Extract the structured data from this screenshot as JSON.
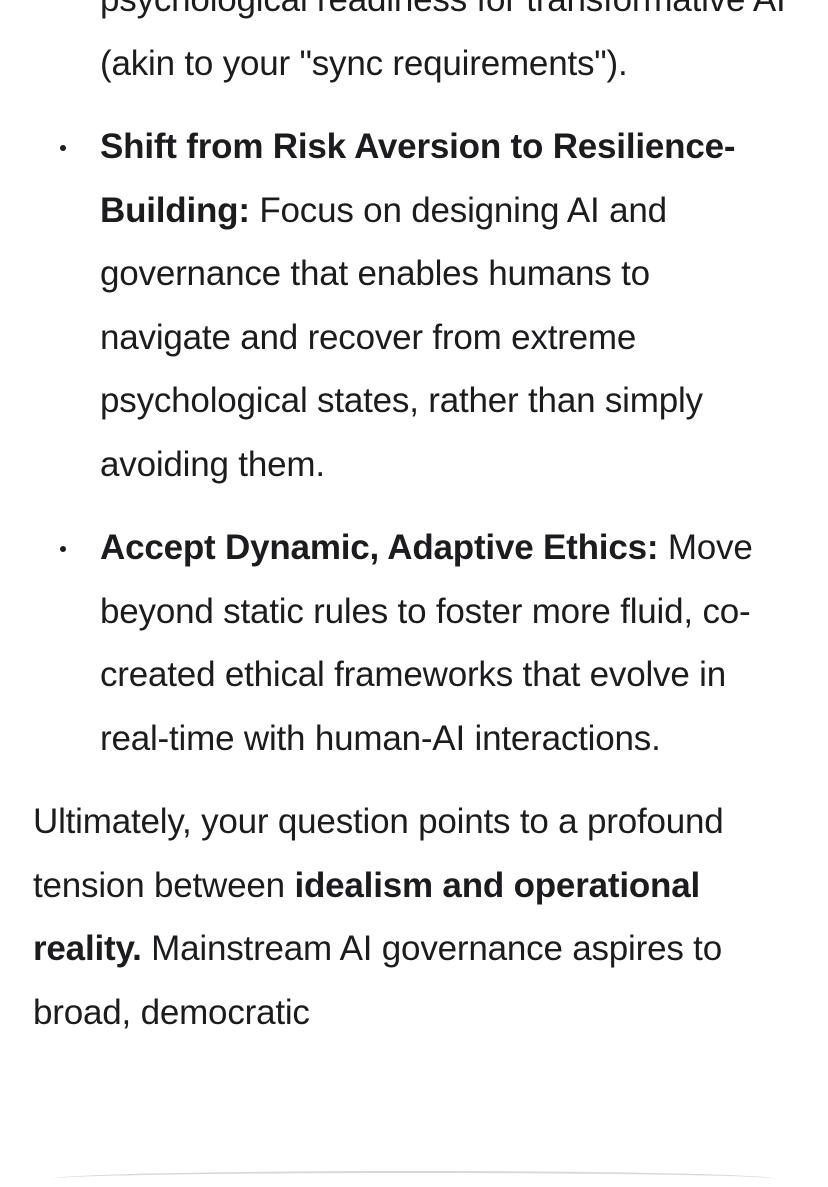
{
  "list": {
    "item_prev_text": "psychological readiness for transformative AI (akin to your \"sync requirements\").",
    "item_resilience": {
      "title": "Shift from Risk Aversion to Resilience-Building:",
      "body": " Focus on designing AI and governance that enables humans to navigate and recover from extreme psychological states, rather than simply avoiding them."
    },
    "item_ethics": {
      "title": "Accept Dynamic, Adaptive Ethics:",
      "body": " Move beyond static rules to foster more fluid, co-created ethical frameworks that evolve in real-time with human-AI interactions."
    }
  },
  "conclusion": {
    "lead": "Ultimately, your question points to a profound tension between ",
    "emphasis": "idealism and operational reality.",
    "rest": " Mainstream AI governance aspires to broad, democratic"
  }
}
